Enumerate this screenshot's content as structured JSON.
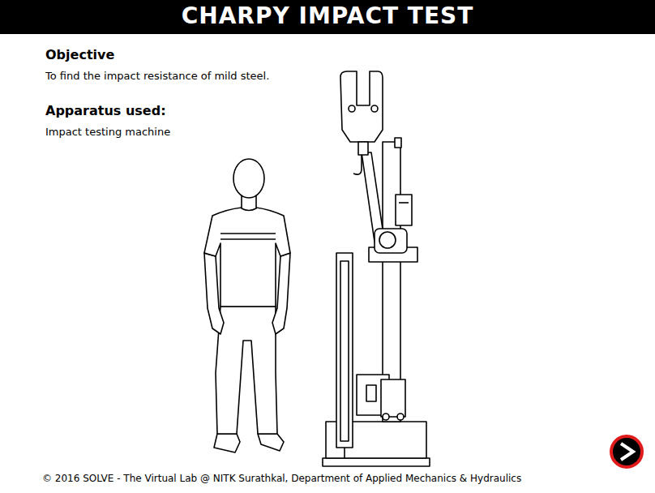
{
  "diagram": {
    "title": "CHARPY IMPACT TEST",
    "caption": "© 2016 SOLVE - The Virtual Lab @ NITK Surathkal, Department of Applied Mechanics & Hydraulics",
    "labels": [
      "Objective",
      "To find the impact resistance of mild steel.",
      "Apparatus used:",
      "Impact testing machine"
    ]
  }
}
